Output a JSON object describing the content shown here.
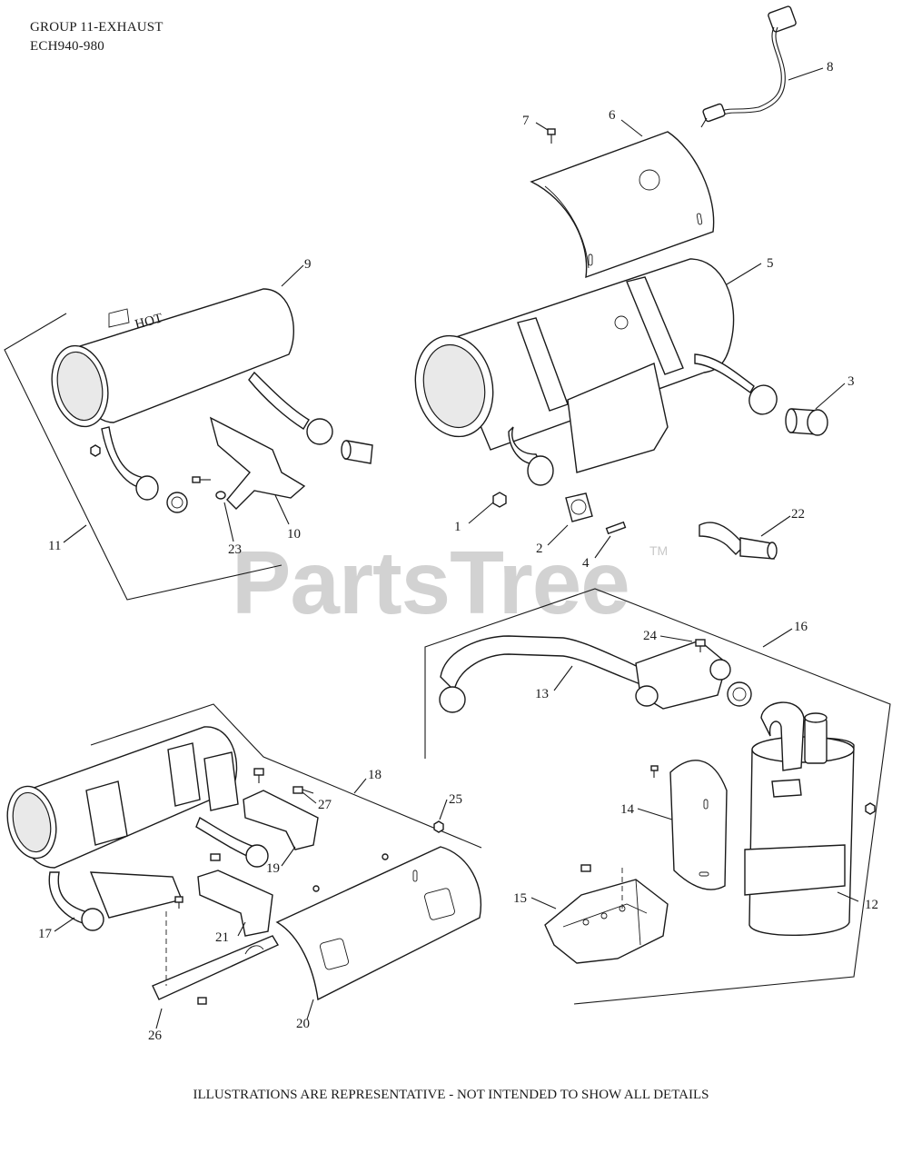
{
  "header": {
    "title": "GROUP 11-EXHAUST",
    "subtitle": "ECH940-980"
  },
  "footer": {
    "note": "ILLUSTRATIONS ARE REPRESENTATIVE - NOT INTENDED TO SHOW ALL DETAILS"
  },
  "watermark": {
    "text": "PartsTree",
    "trademark": "TM"
  },
  "callouts": {
    "c1": "1",
    "c2": "2",
    "c3": "3",
    "c4": "4",
    "c5": "5",
    "c6": "6",
    "c7": "7",
    "c8": "8",
    "c9": "9",
    "c10": "10",
    "c11": "11",
    "c12": "12",
    "c13": "13",
    "c14": "14",
    "c15": "15",
    "c16": "16",
    "c17": "17",
    "c18": "18",
    "c19": "19",
    "c20": "20",
    "c21": "21",
    "c22": "22",
    "c23": "23",
    "c24": "24",
    "c25": "25",
    "c26": "26",
    "c27": "27"
  },
  "muffler_label": "HOT",
  "colors": {
    "ink": "#1a1a1a",
    "watermark": "#d2d2d2",
    "background": "#ffffff"
  }
}
